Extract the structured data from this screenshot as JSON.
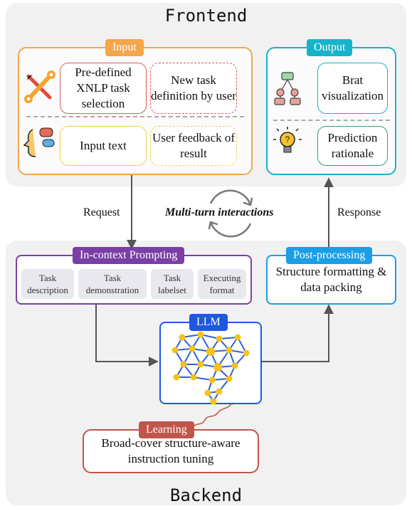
{
  "frontend": {
    "title": "Frontend",
    "input_group": {
      "tag": "Input",
      "boxes": [
        "Pre-defined XNLP task selection",
        "New task definition by user",
        "Input text",
        "User feedback of result"
      ]
    },
    "output_group": {
      "tag": "Output",
      "boxes": [
        "Brat visualization",
        "Prediction rationale"
      ]
    }
  },
  "flow": {
    "request": "Request",
    "response": "Response",
    "interaction": "Multi-turn interactions"
  },
  "backend": {
    "title": "Backend",
    "prompting": {
      "tag": "In-context Prompting",
      "chips": [
        "Task description",
        "Task demonstration",
        "Task labelset",
        "Executing format"
      ]
    },
    "postprocess": {
      "tag": "Post-processing",
      "box": "Structure formatting & data packing"
    },
    "llm": {
      "tag": "LLM"
    },
    "learning": {
      "tag": "Learning",
      "box": "Broad-cover structure-aware instruction tuning"
    }
  },
  "colors": {
    "input": "#f5a54a",
    "output": "#17b3c9",
    "prompting": "#7a3fa6",
    "postprocess": "#1a9ee6",
    "llm": "#1e57e0",
    "learning": "#c0554a",
    "box_red": "#e15a5a",
    "box_yellow": "#f2cf52",
    "box_green": "#2ea66b",
    "box_blue": "#1e6fd9"
  }
}
